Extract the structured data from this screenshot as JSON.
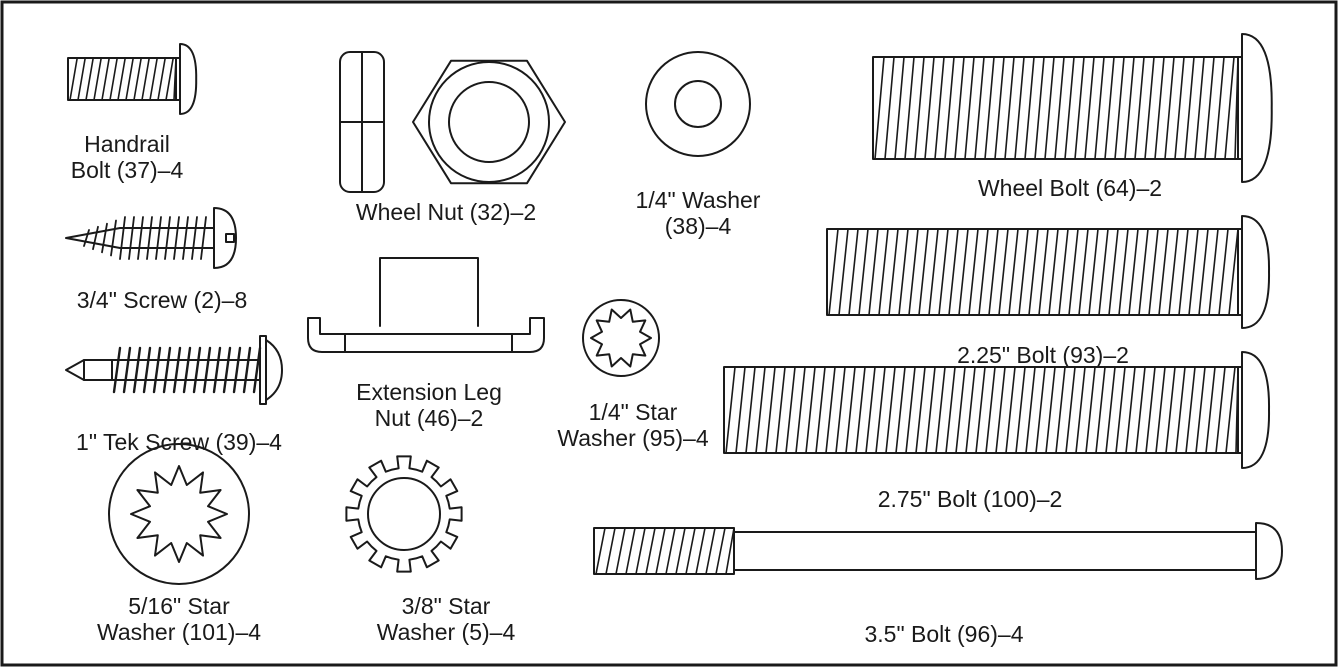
{
  "style": {
    "line_color": "#1a1a1a",
    "background": "#ffffff"
  },
  "parts": {
    "handrail_bolt": {
      "label": [
        "Handrail",
        "Bolt (37)–4"
      ],
      "icon": "button-head-bolt-icon"
    },
    "wheel_nut": {
      "label": [
        "Wheel Nut (32)–2"
      ],
      "icon": "hex-nut-icon"
    },
    "washer_quarter": {
      "label": [
        "1/4\" Washer",
        "(38)–4"
      ],
      "icon": "flat-washer-icon"
    },
    "wheel_bolt": {
      "label": [
        "Wheel Bolt (64)–2"
      ],
      "icon": "long-bolt-icon"
    },
    "screw_three_quarter": {
      "label": [
        "3/4\" Screw (2)–8"
      ],
      "icon": "wood-screw-icon"
    },
    "bolt_225": {
      "label": [
        "2.25\" Bolt (93)–2"
      ],
      "icon": "long-bolt-icon"
    },
    "extension_leg_nut": {
      "label": [
        "Extension Leg",
        "Nut (46)–2"
      ],
      "icon": "tee-nut-icon"
    },
    "star_washer_quarter": {
      "label": [
        "1/4\" Star",
        "Washer (95)–4"
      ],
      "icon": "internal-star-washer-icon"
    },
    "tek_screw": {
      "label": [
        "1\" Tek Screw (39)–4"
      ],
      "icon": "self-drilling-screw-icon"
    },
    "bolt_275": {
      "label": [
        "2.75\" Bolt (100)–2"
      ],
      "icon": "long-bolt-icon"
    },
    "star_washer_5_16": {
      "label": [
        "5/16\" Star",
        "Washer (101)–4"
      ],
      "icon": "internal-star-washer-icon"
    },
    "star_washer_3_8": {
      "label": [
        "3/8\" Star",
        "Washer (5)–4"
      ],
      "icon": "external-star-washer-icon"
    },
    "bolt_35": {
      "label": [
        "3.5\" Bolt (96)–4"
      ],
      "icon": "partially-threaded-bolt-icon"
    }
  }
}
